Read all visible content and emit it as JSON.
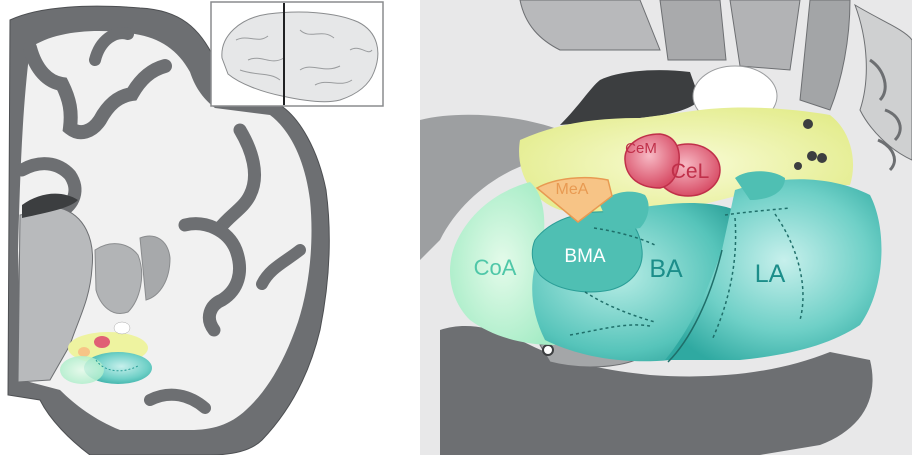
{
  "regions": [
    {
      "id": "cem",
      "label": "CeM",
      "color": "#c0304a"
    },
    {
      "id": "cel",
      "label": "CeL",
      "color": "#c0304a"
    },
    {
      "id": "mea",
      "label": "MeA",
      "color": "#e89a52"
    },
    {
      "id": "bma",
      "label": "BMA",
      "color": "#ffffff"
    },
    {
      "id": "coa",
      "label": "CoA",
      "color": "#4fc7a8"
    },
    {
      "id": "ba",
      "label": "BA",
      "color": "#1c8e8a"
    },
    {
      "id": "la",
      "label": "LA",
      "color": "#1c8e8a"
    }
  ],
  "colors": {
    "cortex_gray": "#6d6f72",
    "white_matter": "#f1f1f1",
    "yellow_region": "#eef3a0",
    "red_region": "#e06075",
    "orange_region": "#f7c486",
    "teal_region": "#7fd6ce",
    "light_green_region": "#bff2d2",
    "dark_tissue": "#3c3e40"
  },
  "icons": {
    "inset": "brain-lateral-view-icon"
  }
}
